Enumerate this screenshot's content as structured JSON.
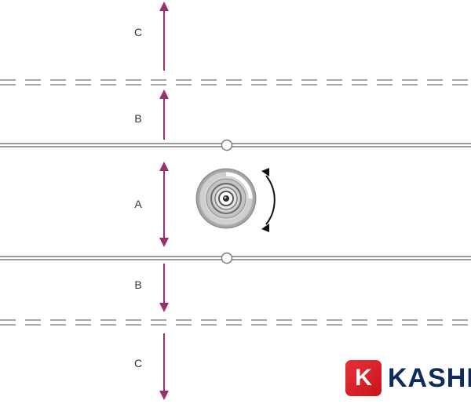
{
  "labels": {
    "top_far": "C",
    "top_near": "B",
    "center": "A",
    "bottom_near": "B",
    "bottom_far": "C"
  },
  "watermark": {
    "badge": "K",
    "text": "KASHI"
  },
  "colors": {
    "arrow": "#9b2f6e",
    "solid_line": "#7a7a7a",
    "dashed_line": "#a8a8a8",
    "rotation_arrow": "#111111",
    "brand_red": "#d9222a",
    "brand_navy": "#0f2a5c"
  },
  "icons": {
    "jog_wheel": "jog-wheel-icon",
    "rotate": "rotate-arrow-icon"
  }
}
